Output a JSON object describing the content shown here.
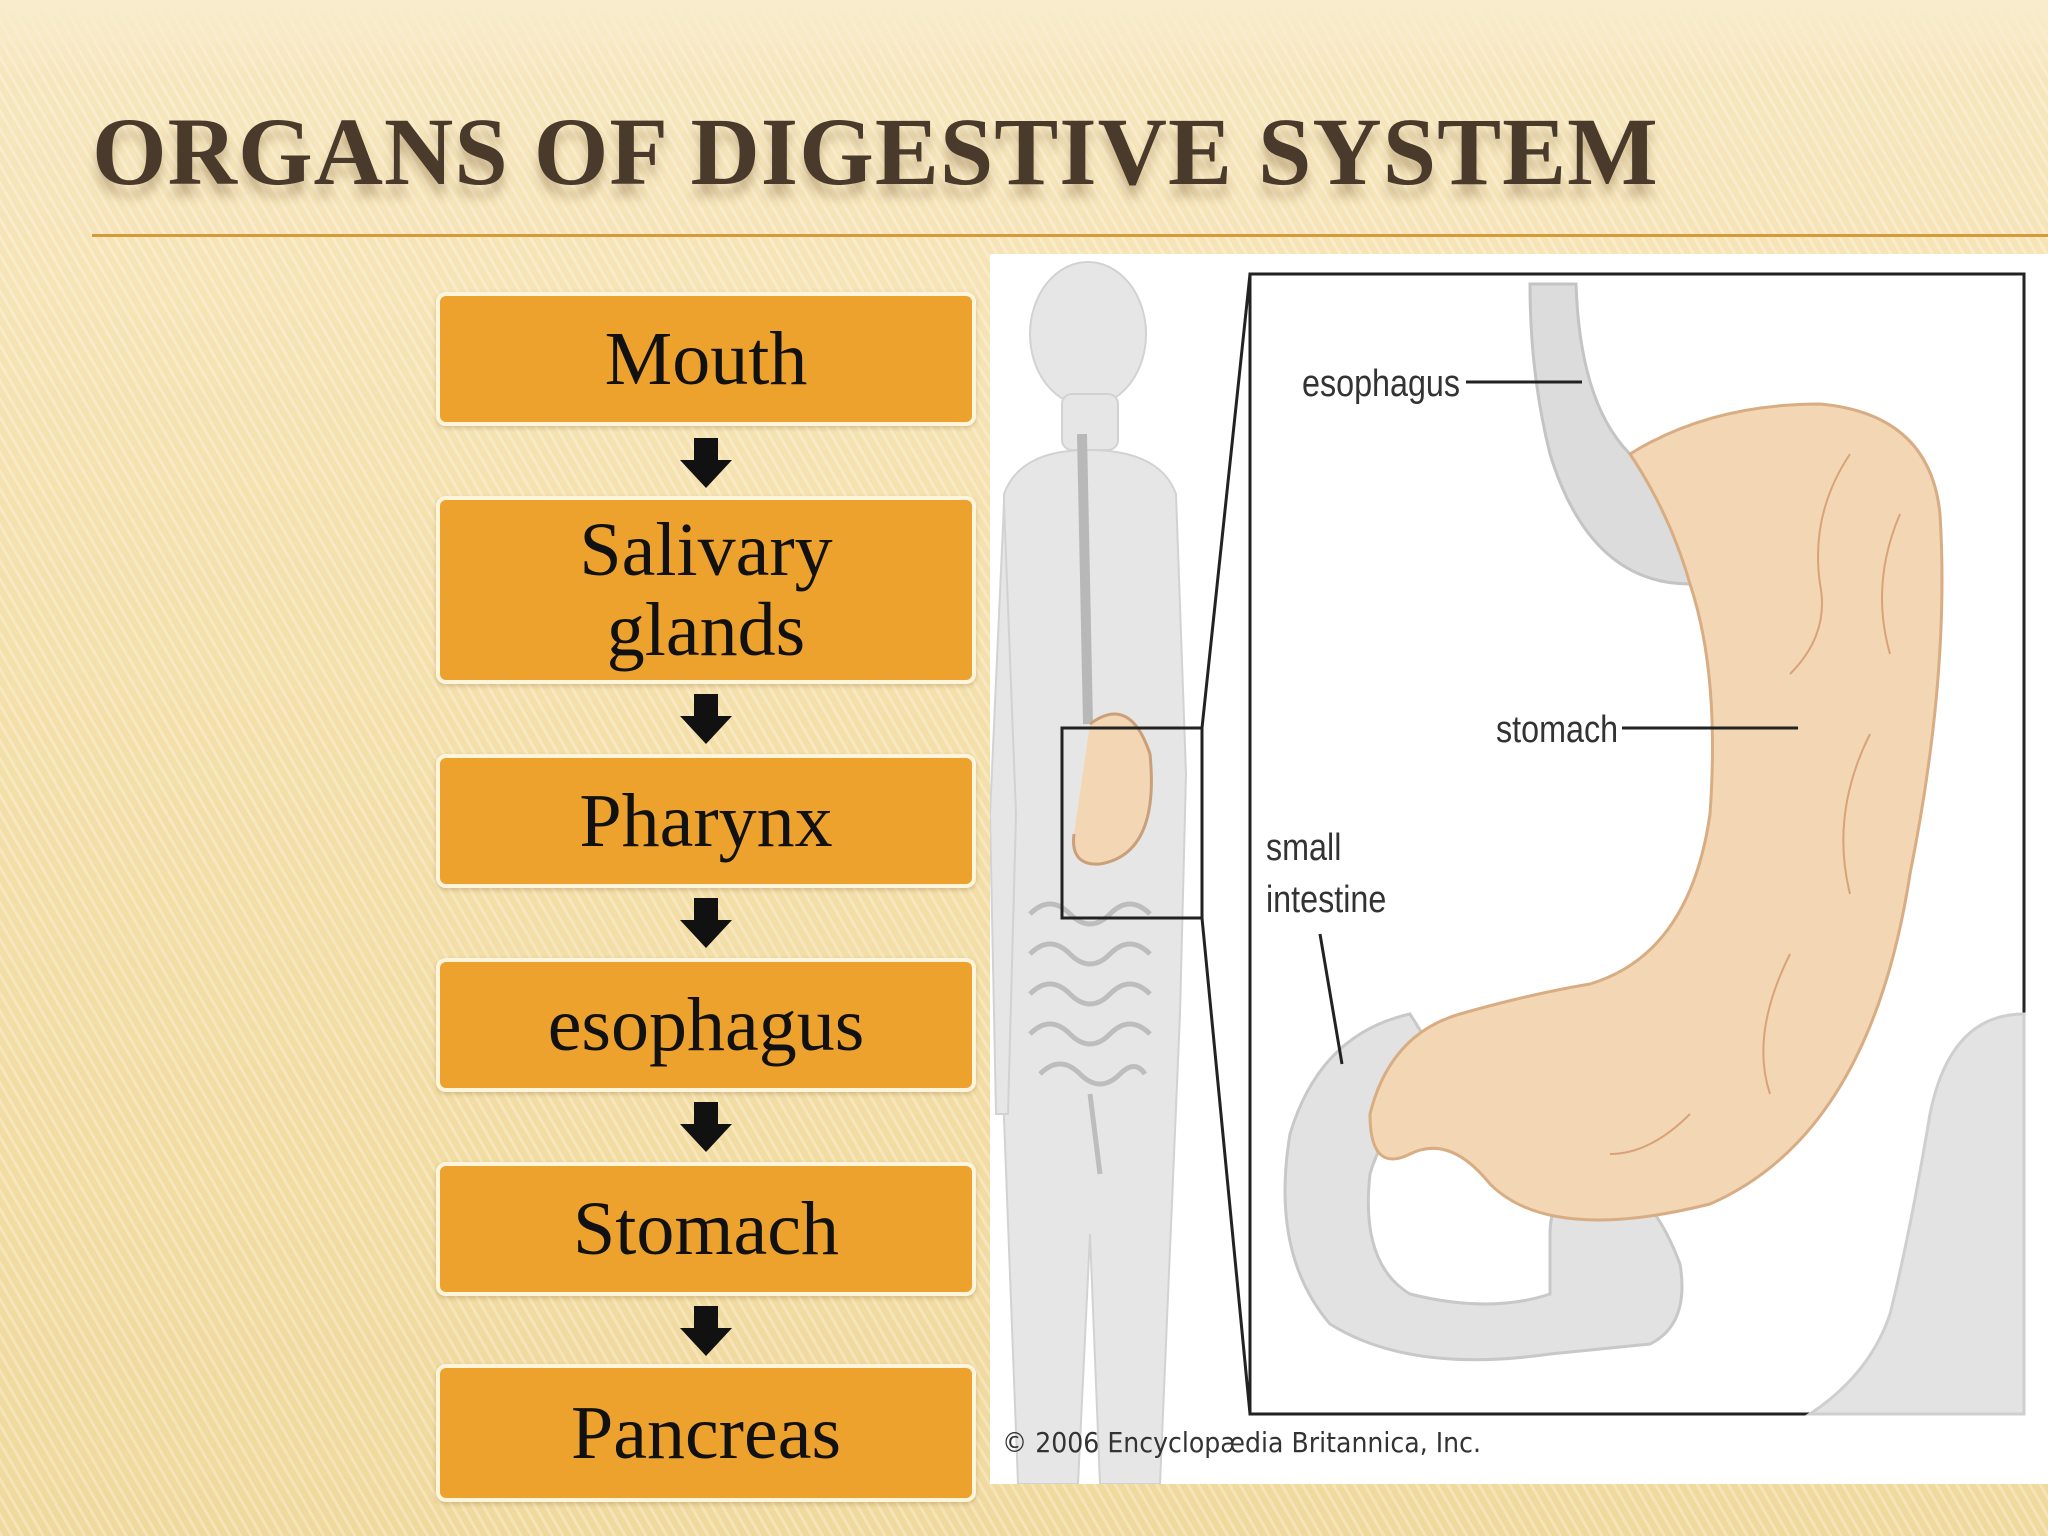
{
  "slide": {
    "title": "ORGANS OF DIGESTIVE SYSTEM"
  },
  "flow": {
    "steps": [
      {
        "label": "Mouth"
      },
      {
        "label": "Salivary glands"
      },
      {
        "label": "Pharynx"
      },
      {
        "label": "esophagus"
      },
      {
        "label": "Stomach"
      },
      {
        "label": "Pancreas"
      }
    ]
  },
  "figure": {
    "labels": {
      "esophagus": "esophagus",
      "stomach": "stomach",
      "small_intestine_1": "small",
      "small_intestine_2": "intestine"
    },
    "copyright": "© 2006 Encyclopædia Britannica, Inc."
  },
  "colors": {
    "box_fill": "#eea22e",
    "box_border": "#fff5dc",
    "title": "#4a3a2c",
    "rule": "#d59a3a",
    "stomach": "#f3d6b4",
    "body": "#e6e6e6"
  }
}
